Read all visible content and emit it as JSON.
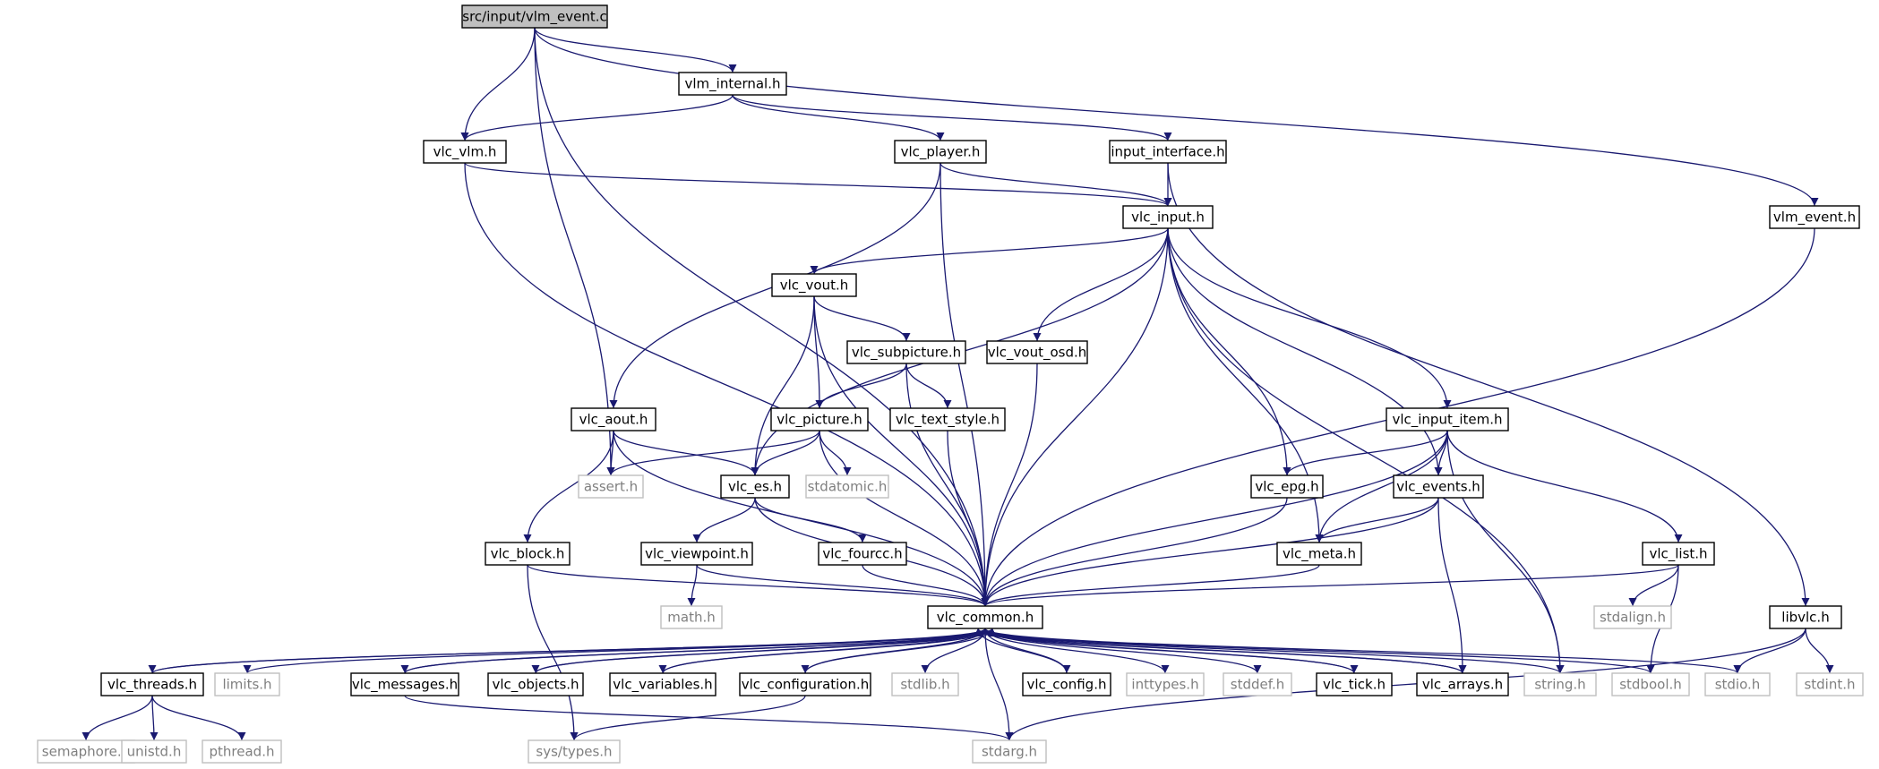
{
  "colors": {
    "edge": "#191970",
    "node_border": "#000000",
    "root_fill": "#bfbfbf",
    "system_border": "#bfbfbf",
    "system_text": "#7f7f7f",
    "text": "#000000"
  },
  "nodes": [
    {
      "id": "root",
      "label": "src/input/vlm_event.c",
      "kind": "root"
    },
    {
      "id": "vlm_internal",
      "label": "vlm_internal.h",
      "kind": "local"
    },
    {
      "id": "vlc_vlm",
      "label": "vlc_vlm.h",
      "kind": "local"
    },
    {
      "id": "vlc_player",
      "label": "vlc_player.h",
      "kind": "local"
    },
    {
      "id": "input_interface",
      "label": "input_interface.h",
      "kind": "local"
    },
    {
      "id": "vlc_input",
      "label": "vlc_input.h",
      "kind": "local"
    },
    {
      "id": "vlm_event_h",
      "label": "vlm_event.h",
      "kind": "local"
    },
    {
      "id": "vlc_vout",
      "label": "vlc_vout.h",
      "kind": "local"
    },
    {
      "id": "vlc_subpicture",
      "label": "vlc_subpicture.h",
      "kind": "local"
    },
    {
      "id": "vlc_vout_osd",
      "label": "vlc_vout_osd.h",
      "kind": "local"
    },
    {
      "id": "vlc_aout",
      "label": "vlc_aout.h",
      "kind": "local"
    },
    {
      "id": "vlc_picture",
      "label": "vlc_picture.h",
      "kind": "local"
    },
    {
      "id": "vlc_text_style",
      "label": "vlc_text_style.h",
      "kind": "local"
    },
    {
      "id": "vlc_input_item",
      "label": "vlc_input_item.h",
      "kind": "local"
    },
    {
      "id": "assert",
      "label": "assert.h",
      "kind": "system"
    },
    {
      "id": "vlc_es",
      "label": "vlc_es.h",
      "kind": "local"
    },
    {
      "id": "stdatomic",
      "label": "stdatomic.h",
      "kind": "system"
    },
    {
      "id": "vlc_epg",
      "label": "vlc_epg.h",
      "kind": "local"
    },
    {
      "id": "vlc_events",
      "label": "vlc_events.h",
      "kind": "local"
    },
    {
      "id": "vlc_block",
      "label": "vlc_block.h",
      "kind": "local"
    },
    {
      "id": "vlc_viewpoint",
      "label": "vlc_viewpoint.h",
      "kind": "local"
    },
    {
      "id": "vlc_fourcc",
      "label": "vlc_fourcc.h",
      "kind": "local"
    },
    {
      "id": "vlc_meta",
      "label": "vlc_meta.h",
      "kind": "local"
    },
    {
      "id": "vlc_list",
      "label": "vlc_list.h",
      "kind": "local"
    },
    {
      "id": "math",
      "label": "math.h",
      "kind": "system"
    },
    {
      "id": "vlc_common",
      "label": "vlc_common.h",
      "kind": "local"
    },
    {
      "id": "stdalign",
      "label": "stdalign.h",
      "kind": "system"
    },
    {
      "id": "libvlc",
      "label": "libvlc.h",
      "kind": "local"
    },
    {
      "id": "vlc_threads",
      "label": "vlc_threads.h",
      "kind": "local"
    },
    {
      "id": "limits",
      "label": "limits.h",
      "kind": "system"
    },
    {
      "id": "vlc_messages",
      "label": "vlc_messages.h",
      "kind": "local"
    },
    {
      "id": "vlc_objects",
      "label": "vlc_objects.h",
      "kind": "local"
    },
    {
      "id": "vlc_variables",
      "label": "vlc_variables.h",
      "kind": "local"
    },
    {
      "id": "vlc_configuration",
      "label": "vlc_configuration.h",
      "kind": "local"
    },
    {
      "id": "stdlib",
      "label": "stdlib.h",
      "kind": "system"
    },
    {
      "id": "vlc_config",
      "label": "vlc_config.h",
      "kind": "local"
    },
    {
      "id": "inttypes",
      "label": "inttypes.h",
      "kind": "system"
    },
    {
      "id": "stddef",
      "label": "stddef.h",
      "kind": "system"
    },
    {
      "id": "vlc_tick",
      "label": "vlc_tick.h",
      "kind": "local"
    },
    {
      "id": "vlc_arrays",
      "label": "vlc_arrays.h",
      "kind": "local"
    },
    {
      "id": "string",
      "label": "string.h",
      "kind": "system"
    },
    {
      "id": "stdbool",
      "label": "stdbool.h",
      "kind": "system"
    },
    {
      "id": "stdio",
      "label": "stdio.h",
      "kind": "system"
    },
    {
      "id": "stdint",
      "label": "stdint.h",
      "kind": "system"
    },
    {
      "id": "semaphore",
      "label": "semaphore.h",
      "kind": "system"
    },
    {
      "id": "unistd",
      "label": "unistd.h",
      "kind": "system"
    },
    {
      "id": "pthread",
      "label": "pthread.h",
      "kind": "system"
    },
    {
      "id": "sys_types",
      "label": "sys/types.h",
      "kind": "system"
    },
    {
      "id": "stdarg",
      "label": "stdarg.h",
      "kind": "system"
    }
  ],
  "edges": [
    [
      "root",
      "vlm_internal"
    ],
    [
      "root",
      "vlc_vlm"
    ],
    [
      "root",
      "assert"
    ],
    [
      "root",
      "vlc_common"
    ],
    [
      "root",
      "vlm_event_h"
    ],
    [
      "vlm_internal",
      "vlc_vlm"
    ],
    [
      "vlm_internal",
      "vlc_player"
    ],
    [
      "vlm_internal",
      "input_interface"
    ],
    [
      "vlc_vlm",
      "vlc_input"
    ],
    [
      "vlc_vlm",
      "vlc_common"
    ],
    [
      "vlc_player",
      "vlc_input"
    ],
    [
      "vlc_player",
      "vlc_aout"
    ],
    [
      "vlc_player",
      "vlc_common"
    ],
    [
      "input_interface",
      "vlc_input"
    ],
    [
      "input_interface",
      "libvlc"
    ],
    [
      "vlm_event_h",
      "vlc_common"
    ],
    [
      "vlc_input",
      "vlc_vout"
    ],
    [
      "vlc_input",
      "vlc_vout_osd"
    ],
    [
      "vlc_input",
      "vlc_es"
    ],
    [
      "vlc_input",
      "vlc_common"
    ],
    [
      "vlc_input",
      "vlc_epg"
    ],
    [
      "vlc_input",
      "vlc_events"
    ],
    [
      "vlc_input",
      "vlc_input_item"
    ],
    [
      "vlc_input",
      "vlc_meta"
    ],
    [
      "vlc_input",
      "string"
    ],
    [
      "vlc_vout",
      "vlc_subpicture"
    ],
    [
      "vlc_vout",
      "vlc_picture"
    ],
    [
      "vlc_vout",
      "vlc_es"
    ],
    [
      "vlc_vout",
      "vlc_common"
    ],
    [
      "vlc_subpicture",
      "vlc_picture"
    ],
    [
      "vlc_subpicture",
      "vlc_text_style"
    ],
    [
      "vlc_subpicture",
      "vlc_common"
    ],
    [
      "vlc_vout_osd",
      "vlc_common"
    ],
    [
      "vlc_aout",
      "assert"
    ],
    [
      "vlc_aout",
      "vlc_es"
    ],
    [
      "vlc_aout",
      "vlc_block"
    ],
    [
      "vlc_aout",
      "vlc_common"
    ],
    [
      "vlc_picture",
      "assert"
    ],
    [
      "vlc_picture",
      "vlc_es"
    ],
    [
      "vlc_picture",
      "stdatomic"
    ],
    [
      "vlc_picture",
      "vlc_common"
    ],
    [
      "vlc_text_style",
      "vlc_common"
    ],
    [
      "vlc_input_item",
      "vlc_epg"
    ],
    [
      "vlc_input_item",
      "vlc_events"
    ],
    [
      "vlc_input_item",
      "vlc_meta"
    ],
    [
      "vlc_input_item",
      "vlc_list"
    ],
    [
      "vlc_input_item",
      "vlc_common"
    ],
    [
      "vlc_input_item",
      "string"
    ],
    [
      "vlc_es",
      "vlc_viewpoint"
    ],
    [
      "vlc_es",
      "vlc_fourcc"
    ],
    [
      "vlc_es",
      "vlc_common"
    ],
    [
      "vlc_epg",
      "vlc_common"
    ],
    [
      "vlc_events",
      "vlc_meta"
    ],
    [
      "vlc_events",
      "vlc_common"
    ],
    [
      "vlc_events",
      "vlc_arrays"
    ],
    [
      "vlc_block",
      "vlc_common"
    ],
    [
      "vlc_block",
      "sys_types"
    ],
    [
      "vlc_viewpoint",
      "math"
    ],
    [
      "vlc_viewpoint",
      "vlc_common"
    ],
    [
      "vlc_fourcc",
      "vlc_common"
    ],
    [
      "vlc_meta",
      "vlc_common"
    ],
    [
      "vlc_list",
      "vlc_common"
    ],
    [
      "vlc_list",
      "stdalign"
    ],
    [
      "vlc_list",
      "stdbool"
    ],
    [
      "libvlc",
      "stdio"
    ],
    [
      "libvlc",
      "stdint"
    ],
    [
      "libvlc",
      "stdarg"
    ],
    [
      "vlc_common",
      "vlc_threads"
    ],
    [
      "vlc_common",
      "limits"
    ],
    [
      "vlc_common",
      "vlc_messages"
    ],
    [
      "vlc_common",
      "vlc_objects"
    ],
    [
      "vlc_common",
      "vlc_variables"
    ],
    [
      "vlc_common",
      "vlc_configuration"
    ],
    [
      "vlc_common",
      "stdlib"
    ],
    [
      "vlc_common",
      "vlc_config"
    ],
    [
      "vlc_common",
      "inttypes"
    ],
    [
      "vlc_common",
      "stddef"
    ],
    [
      "vlc_common",
      "vlc_tick"
    ],
    [
      "vlc_common",
      "vlc_arrays"
    ],
    [
      "vlc_common",
      "string"
    ],
    [
      "vlc_common",
      "stdbool"
    ],
    [
      "vlc_common",
      "stdio"
    ],
    [
      "vlc_common",
      "stdarg"
    ],
    [
      "vlc_threads",
      "vlc_common"
    ],
    [
      "vlc_threads",
      "semaphore"
    ],
    [
      "vlc_threads",
      "unistd"
    ],
    [
      "vlc_threads",
      "pthread"
    ],
    [
      "vlc_messages",
      "vlc_common"
    ],
    [
      "vlc_messages",
      "stdarg"
    ],
    [
      "vlc_objects",
      "vlc_common"
    ],
    [
      "vlc_variables",
      "vlc_common"
    ],
    [
      "vlc_configuration",
      "vlc_common"
    ],
    [
      "vlc_configuration",
      "sys_types"
    ],
    [
      "vlc_config",
      "vlc_common"
    ],
    [
      "vlc_tick",
      "vlc_common"
    ],
    [
      "vlc_arrays",
      "vlc_common"
    ]
  ]
}
